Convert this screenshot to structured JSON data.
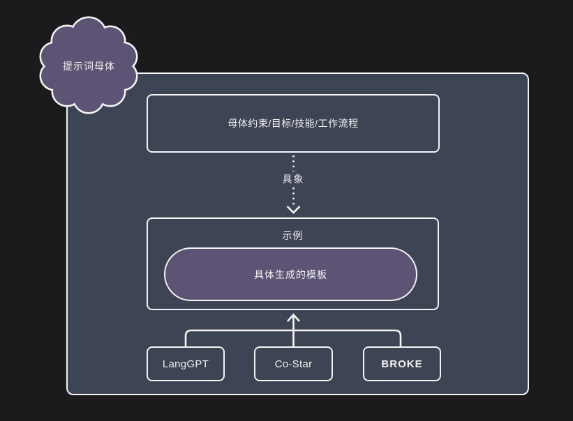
{
  "colors": {
    "page_bg": "#1b1b1d",
    "frame_bg": "#3d4454",
    "purple": "#5c5375",
    "line": "#f5f5f3",
    "text": "#f2f2f0"
  },
  "cloud": {
    "label": "提示词母体"
  },
  "diagram": {
    "top_box_label": "母体约束/目标/技能/工作流程",
    "transform_label": "具象",
    "example_title": "示例",
    "template_pill_label": "具体生成的模板",
    "frameworks": [
      {
        "label": "LangGPT"
      },
      {
        "label": "Co-Star"
      },
      {
        "label": "BROKE"
      }
    ]
  }
}
